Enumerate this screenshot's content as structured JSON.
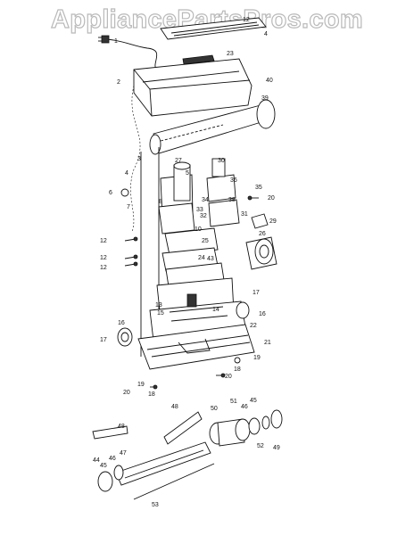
{
  "watermark": "AppliancePartsPros.com",
  "part_numbers": [
    "12",
    "4",
    "23",
    "2",
    "40",
    "39",
    "1",
    "3",
    "30",
    "5",
    "27",
    "4",
    "36",
    "35",
    "6",
    "8",
    "34",
    "20",
    "7",
    "33",
    "38",
    "32",
    "31",
    "26",
    "29",
    "10",
    "12",
    "25",
    "12",
    "24",
    "12",
    "43",
    "17",
    "13",
    "15",
    "14",
    "16",
    "16",
    "22",
    "17",
    "21",
    "19",
    "18",
    "20",
    "19",
    "18",
    "20",
    "48",
    "50",
    "51",
    "46",
    "45",
    "48",
    "52",
    "49",
    "44",
    "45",
    "46",
    "47",
    "53"
  ]
}
